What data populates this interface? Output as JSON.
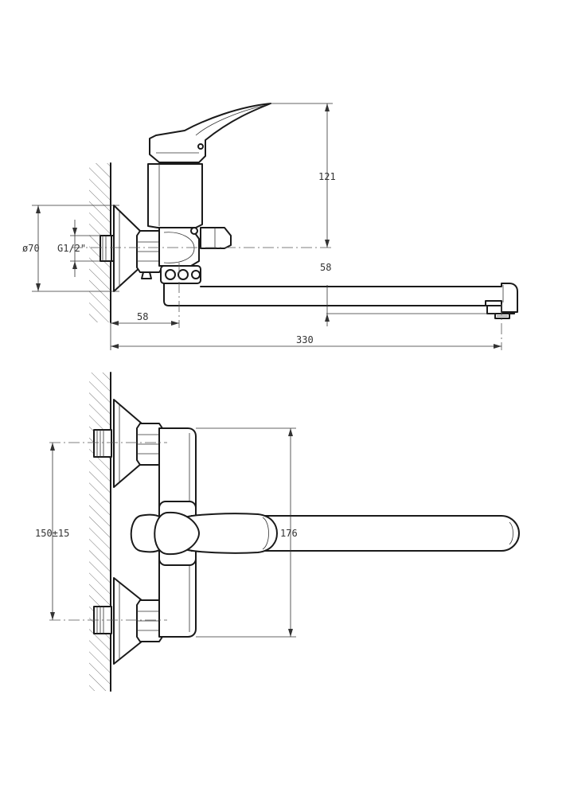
{
  "dimensions": {
    "handle_height": "121",
    "spout_height": "58",
    "wall_to_body": "58",
    "overall_reach": "330",
    "flange_diameter": "ø70",
    "thread_size": "G1/2\"",
    "inlet_spacing": "150±15",
    "body_height": "176"
  },
  "colors": {
    "line": "#1a1a1a",
    "dimension": "#333333",
    "background": "#ffffff"
  }
}
